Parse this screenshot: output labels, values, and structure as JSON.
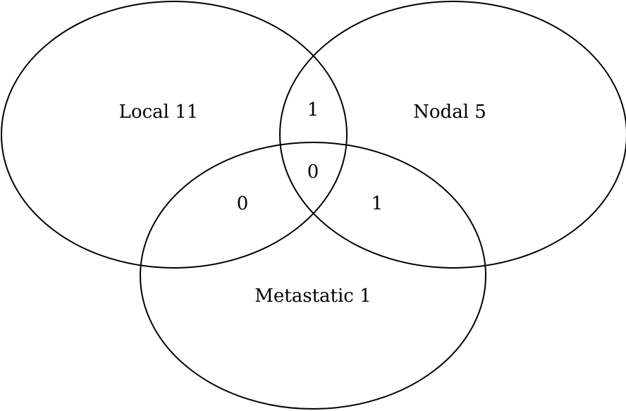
{
  "sets": [
    {
      "name": "Local",
      "count": "11",
      "label": "Local 11"
    },
    {
      "name": "Nodal",
      "count": "5",
      "label": "Nodal 5"
    },
    {
      "name": "Metastatic",
      "count": "1",
      "label": "Metastatic 1"
    }
  ],
  "intersections": {
    "local_nodal": "1",
    "local_nodal_metastatic": "0",
    "local_metastatic": "0",
    "nodal_metastatic": "1"
  },
  "colors": {
    "stroke": "#000000",
    "background": "#ffffff"
  }
}
